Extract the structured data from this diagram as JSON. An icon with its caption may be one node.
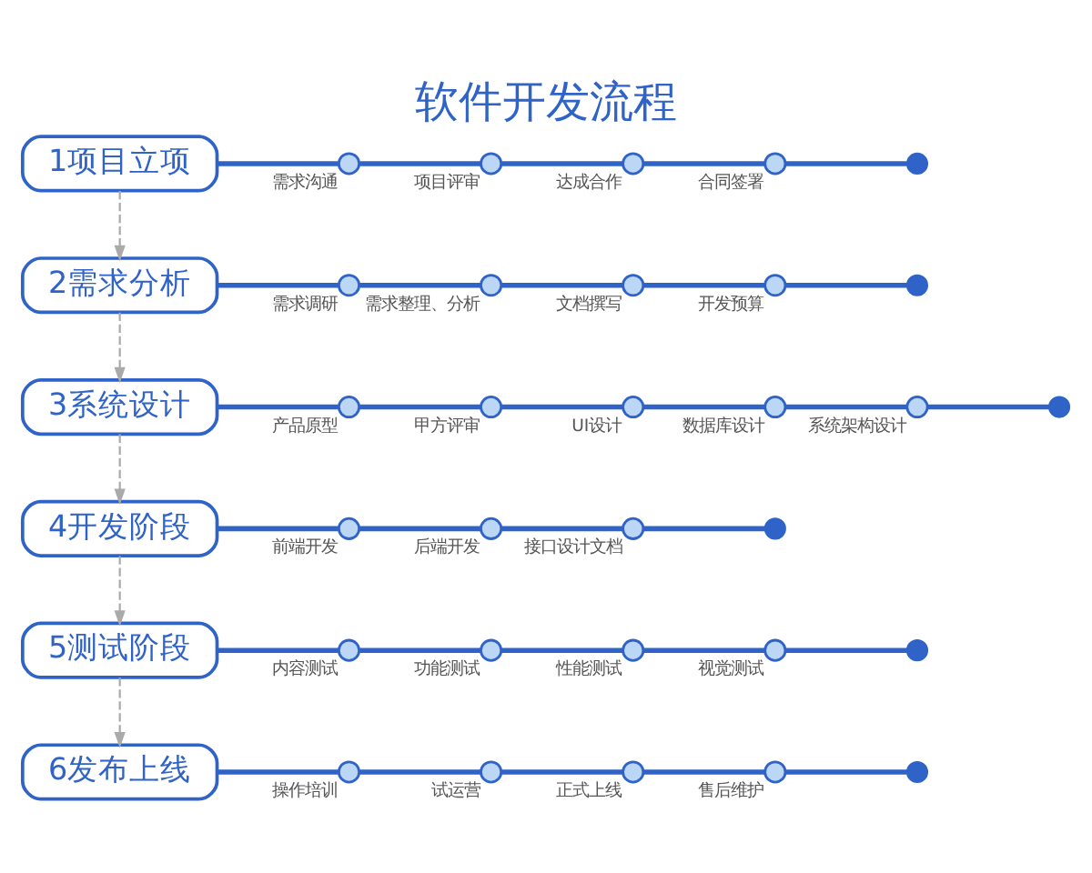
{
  "diagram": {
    "title": "软件开发流程",
    "nodes": [
      {
        "text": [
          "1项目立项"
        ]
      },
      {
        "text": [],
        "shape": "circle",
        "beside": [
          "需求沟通"
        ]
      },
      {
        "text": [],
        "shape": "circle",
        "beside": [
          "项目评审"
        ]
      },
      {
        "text": [],
        "shape": "circle",
        "beside": [
          "达成合作"
        ]
      },
      {
        "text": [],
        "shape": "circle",
        "beside": [
          "合同签署"
        ]
      },
      {
        "text": [],
        "shape": "dot"
      },
      {
        "text": [
          "2需求分析"
        ]
      },
      {
        "text": [],
        "shape": "circle",
        "beside": [
          "需求调研"
        ]
      },
      {
        "text": [],
        "shape": "circle",
        "beside": [
          "需求整理、分析"
        ]
      },
      {
        "text": [],
        "shape": "circle",
        "beside": [
          "文档撰写"
        ]
      },
      {
        "text": [],
        "shape": "circle",
        "beside": [
          "开发预算"
        ]
      },
      {
        "text": [],
        "shape": "dot"
      },
      {
        "text": [
          "3系统设计"
        ]
      },
      {
        "text": [],
        "shape": "circle",
        "beside": [
          "产品原型"
        ]
      },
      {
        "text": [],
        "shape": "circle",
        "beside": [
          "甲方评审"
        ]
      },
      {
        "text": [],
        "shape": "circle",
        "beside": [
          "UI设计"
        ]
      },
      {
        "text": [],
        "shape": "circle",
        "beside": [
          "数据库设计"
        ]
      },
      {
        "text": [],
        "shape": "circle",
        "beside": [
          "系统架构设计"
        ]
      },
      {
        "text": [],
        "shape": "dot"
      },
      {
        "text": [
          "4开发阶段"
        ]
      },
      {
        "text": [],
        "shape": "circle",
        "beside": [
          "前端开发"
        ]
      },
      {
        "text": [],
        "shape": "circle",
        "beside": [
          "后端开发"
        ]
      },
      {
        "text": [],
        "shape": "circle",
        "beside": [
          "接口设计文档"
        ]
      },
      {
        "text": [],
        "shape": "dot"
      },
      {
        "text": [
          "5测试阶段"
        ]
      },
      {
        "text": [],
        "shape": "circle",
        "beside": [
          "内容测试"
        ]
      },
      {
        "text": [],
        "shape": "circle",
        "beside": [
          "功能测试"
        ]
      },
      {
        "text": [],
        "shape": "circle",
        "beside": [
          "性能测试"
        ]
      },
      {
        "text": [],
        "shape": "circle",
        "beside": [
          "视觉测试"
        ]
      },
      {
        "text": [],
        "shape": "dot"
      },
      {
        "text": [
          "6发布上线"
        ]
      },
      {
        "text": [],
        "shape": "circle",
        "beside": [
          "操作培训"
        ]
      },
      {
        "text": [],
        "shape": "circle",
        "beside": [
          "试运营"
        ]
      },
      {
        "text": [],
        "shape": "circle",
        "beside": [
          "正式上线"
        ]
      },
      {
        "text": [],
        "shape": "circle",
        "beside": [
          "售后维护"
        ]
      },
      {
        "text": [],
        "shape": "dot"
      }
    ],
    "edges": [
      {
        "from": 0,
        "to": 1,
        "arrow": "none"
      },
      {
        "from": 1,
        "to": 2,
        "arrow": "none"
      },
      {
        "from": 2,
        "to": 3,
        "arrow": "none"
      },
      {
        "from": 3,
        "to": 4,
        "arrow": "none"
      },
      {
        "from": 4,
        "to": 5,
        "arrow": "none"
      },
      {
        "from": 6,
        "to": 7,
        "arrow": "none"
      },
      {
        "from": 7,
        "to": 8,
        "arrow": "none"
      },
      {
        "from": 8,
        "to": 9,
        "arrow": "none"
      },
      {
        "from": 9,
        "to": 10,
        "arrow": "none"
      },
      {
        "from": 10,
        "to": 11,
        "arrow": "none"
      },
      {
        "from": 12,
        "to": 13,
        "arrow": "none"
      },
      {
        "from": 13,
        "to": 14,
        "arrow": "none"
      },
      {
        "from": 14,
        "to": 15,
        "arrow": "none"
      },
      {
        "from": 15,
        "to": 16,
        "arrow": "none"
      },
      {
        "from": 16,
        "to": 17,
        "arrow": "none"
      },
      {
        "from": 17,
        "to": 18,
        "arrow": "none"
      },
      {
        "from": 19,
        "to": 20,
        "arrow": "none"
      },
      {
        "from": 20,
        "to": 21,
        "arrow": "none"
      },
      {
        "from": 21,
        "to": 22,
        "arrow": "none"
      },
      {
        "from": 22,
        "to": 23,
        "arrow": "none"
      },
      {
        "from": 24,
        "to": 25,
        "arrow": "none"
      },
      {
        "from": 25,
        "to": 26,
        "arrow": "none"
      },
      {
        "from": 26,
        "to": 27,
        "arrow": "none"
      },
      {
        "from": 27,
        "to": 28,
        "arrow": "none"
      },
      {
        "from": 28,
        "to": 29,
        "arrow": "none"
      },
      {
        "from": 30,
        "to": 31,
        "arrow": "none"
      },
      {
        "from": 31,
        "to": 32,
        "arrow": "none"
      },
      {
        "from": 32,
        "to": 33,
        "arrow": "none"
      },
      {
        "from": 33,
        "to": 34,
        "arrow": "none"
      },
      {
        "from": 34,
        "to": 35,
        "arrow": "none"
      },
      {
        "from": 0,
        "to": 6,
        "arrow": "to",
        "style": "dashed",
        "color": "#aaaaaa"
      },
      {
        "from": 6,
        "to": 12,
        "arrow": "to",
        "style": "dashed",
        "color": "#aaaaaa"
      },
      {
        "from": 12,
        "to": 19,
        "arrow": "to",
        "style": "dashed",
        "color": "#aaaaaa"
      },
      {
        "from": 19,
        "to": 24,
        "arrow": "to",
        "style": "dashed",
        "color": "#aaaaaa"
      },
      {
        "from": 24,
        "to": 30,
        "arrow": "to",
        "style": "dashed",
        "color": "#aaaaaa"
      }
    ]
  }
}
